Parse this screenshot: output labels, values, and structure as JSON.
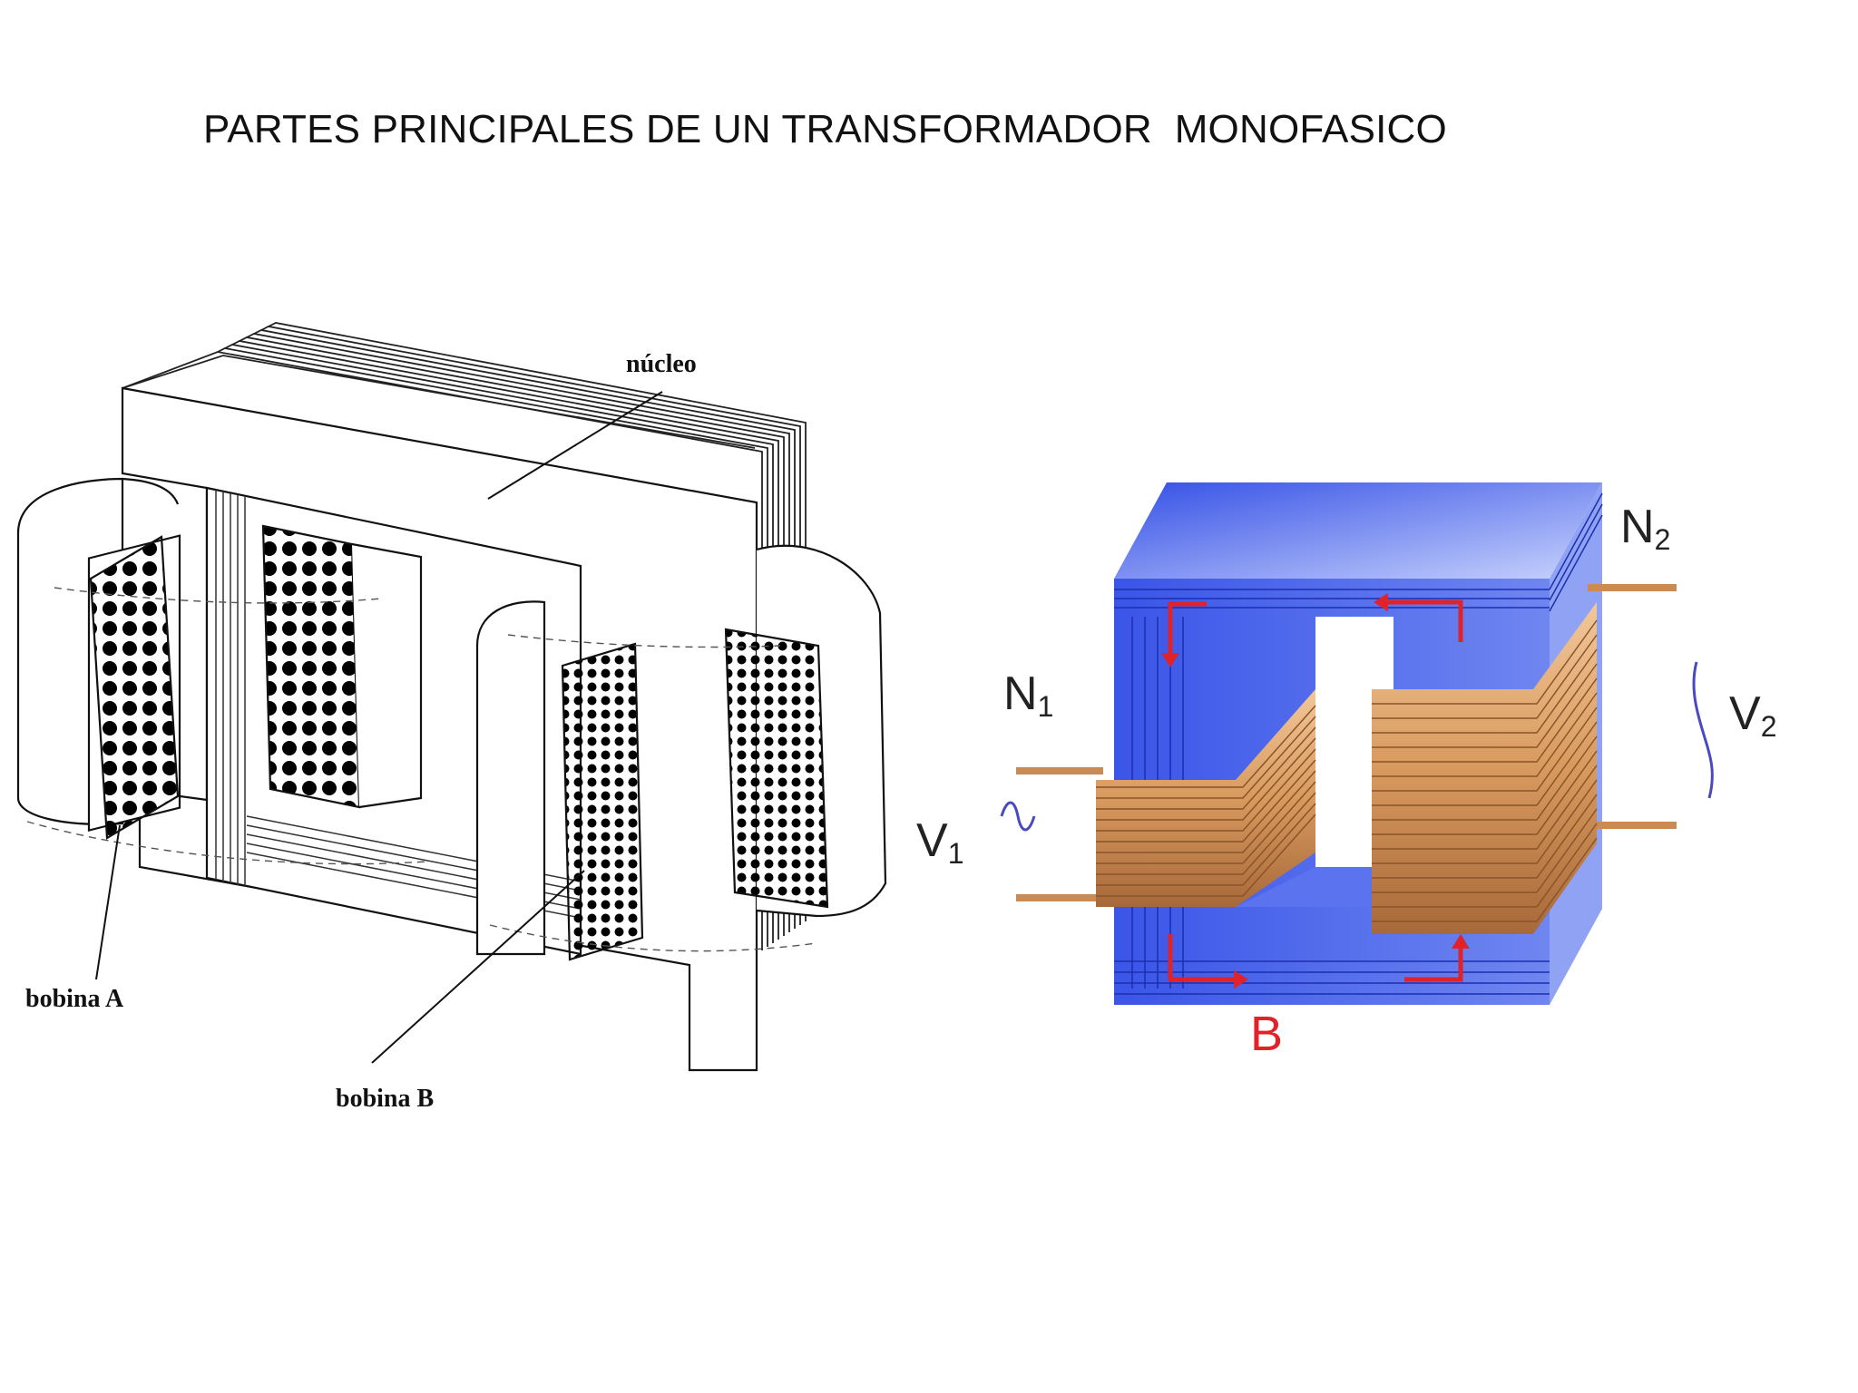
{
  "slide": {
    "title": "PARTES PRINCIPALES DE UN TRANSFORMADOR  MONOFASICO"
  },
  "left_diagram": {
    "labels": {
      "core": "núcleo",
      "coil_a": "bobina A",
      "coil_b": "bobina B"
    }
  },
  "right_diagram": {
    "labels": {
      "n1_base": "N",
      "n1_sub": "1",
      "n2_base": "N",
      "n2_sub": "2",
      "v1_base": "V",
      "v1_sub": "1",
      "v2_base": "V",
      "v2_sub": "2",
      "flux": "B"
    },
    "colors": {
      "core": "#3a55e8",
      "core_light": "#b9c6fb",
      "winding": "#d9a066",
      "flux_arrow": "#e0222a",
      "ac_symbol": "#4a4ac0"
    }
  }
}
